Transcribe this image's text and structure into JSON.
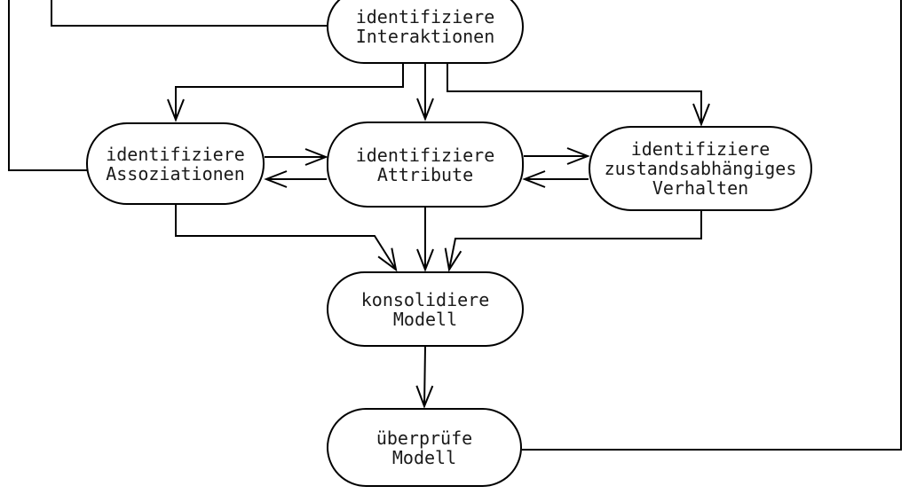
{
  "canvas": {
    "background_color": "#ffffff",
    "line_color": "#000000",
    "text_color": "#1a1a1a"
  },
  "nodes": [
    {
      "id": "identifiziere-interaktionen",
      "lines": [
        "identifiziere",
        "Interaktionen"
      ]
    },
    {
      "id": "identifiziere-assoziationen",
      "lines": [
        "identifiziere",
        "Assoziationen"
      ]
    },
    {
      "id": "identifiziere-attribute",
      "lines": [
        "identifiziere",
        "Attribute"
      ]
    },
    {
      "id": "identifiziere-zustandsabhaengiges-verhalten",
      "lines": [
        "identifiziere",
        "zustandsabhängiges",
        "Verhalten"
      ]
    },
    {
      "id": "konsolidiere-modell",
      "lines": [
        "konsolidiere",
        "Modell"
      ]
    },
    {
      "id": "ueberpruefe-modell",
      "lines": [
        "überprüfe",
        "Modell"
      ]
    }
  ]
}
